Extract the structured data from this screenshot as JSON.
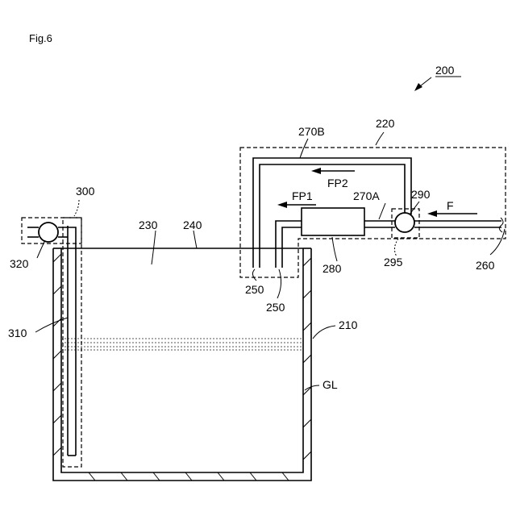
{
  "figure": {
    "title": "Fig.6"
  },
  "labels": {
    "l200": "200",
    "l220": "220",
    "l270b": "270B",
    "fp2": "FP2",
    "fp1": "FP1",
    "l270a": "270A",
    "l290": "290",
    "f": "F",
    "l300": "300",
    "l230": "230",
    "l240": "240",
    "l320": "320",
    "l295": "295",
    "l260": "260",
    "l280": "280",
    "l250a": "250",
    "l250b": "250",
    "l310": "310",
    "l210": "210",
    "gl": "GL"
  }
}
